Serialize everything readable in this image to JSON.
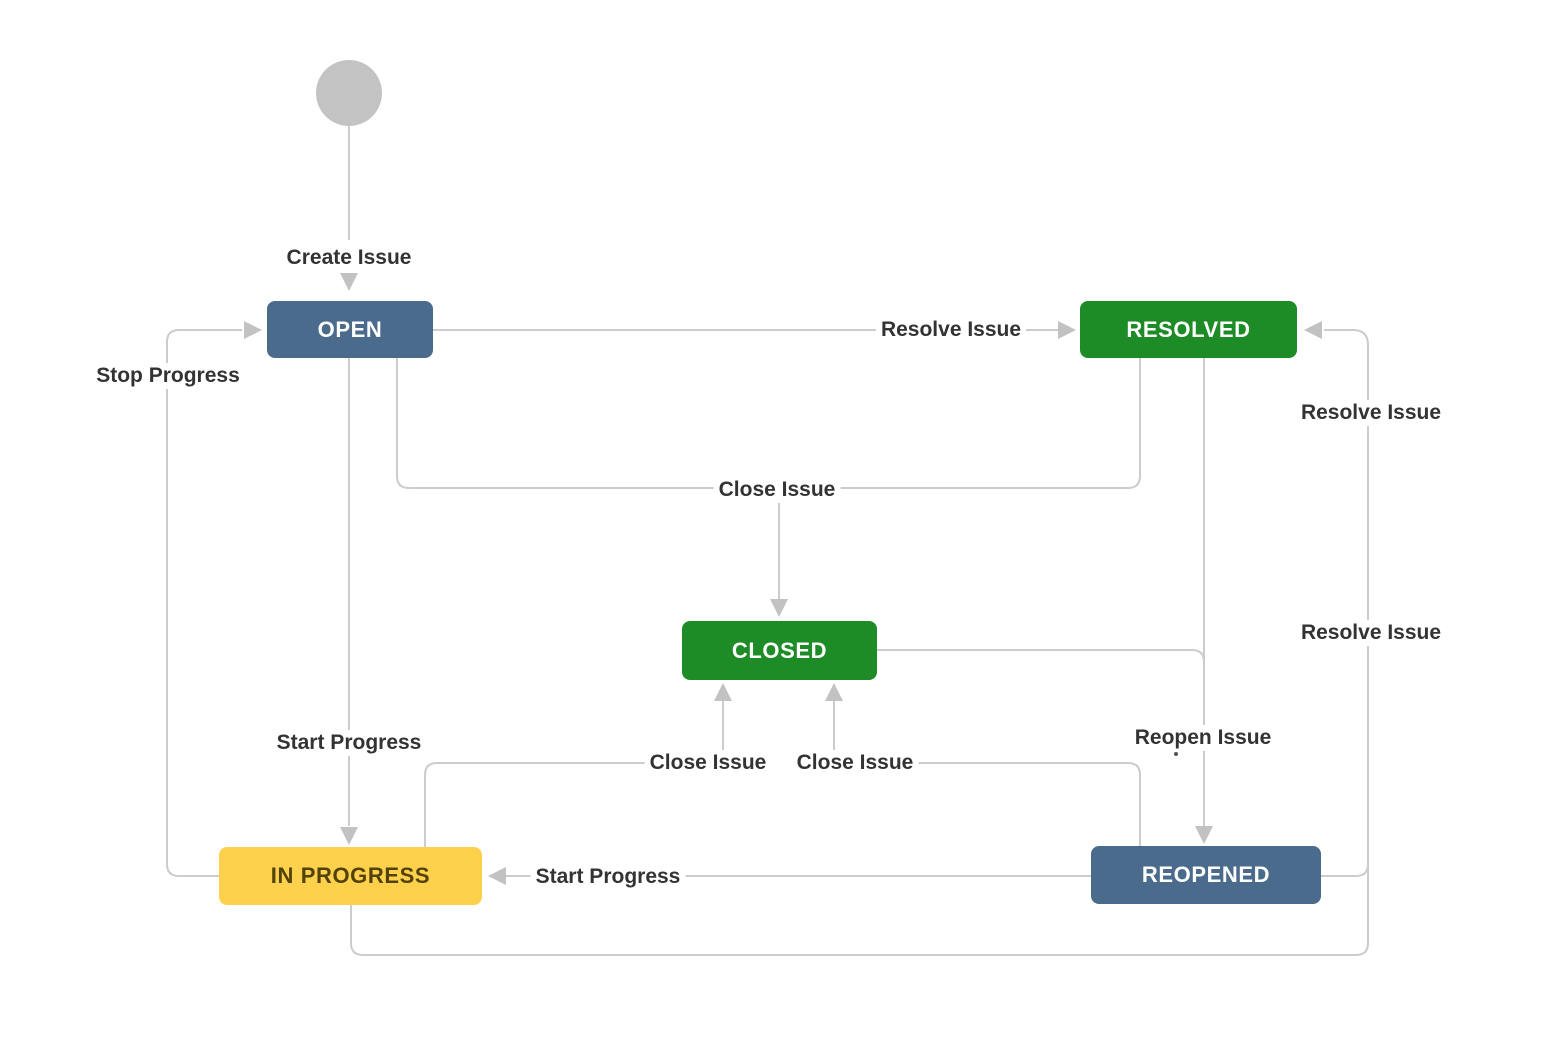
{
  "diagram": {
    "kind": "jira-issue-workflow",
    "colors": {
      "edge_line": "#cccccc",
      "arrowhead": "#c2c2c2",
      "label_text": "#333333",
      "start_node": "#c3c3c3",
      "status_blue": "#4a6b8c",
      "status_green": "#1d8b26",
      "status_yellow": "#fdd14c",
      "status_yellow_text": "#534208",
      "status_light_text": "#ffffff"
    },
    "start_node": {
      "name": "start"
    },
    "states": [
      {
        "id": "open",
        "label": "OPEN",
        "bg": "#4a6b8c",
        "fg": "#ffffff"
      },
      {
        "id": "resolved",
        "label": "RESOLVED",
        "bg": "#1d8b26",
        "fg": "#ffffff"
      },
      {
        "id": "closed",
        "label": "CLOSED",
        "bg": "#1d8b26",
        "fg": "#ffffff"
      },
      {
        "id": "in_progress",
        "label": "IN PROGRESS",
        "bg": "#fdd14c",
        "fg": "#534208"
      },
      {
        "id": "reopened",
        "label": "REOPENED",
        "bg": "#4a6b8c",
        "fg": "#ffffff"
      }
    ],
    "transitions": [
      {
        "label": "Create Issue",
        "from": "start",
        "to": "open"
      },
      {
        "label": "Resolve Issue",
        "from": "open",
        "to": "resolved"
      },
      {
        "label": "Close Issue",
        "from": "open, resolved",
        "to": "closed"
      },
      {
        "label": "Start Progress",
        "from": "open",
        "to": "in_progress"
      },
      {
        "label": "Stop Progress",
        "from": "in_progress",
        "to": "open"
      },
      {
        "label": "Close Issue",
        "from": "in_progress",
        "to": "closed"
      },
      {
        "label": "Close Issue",
        "from": "reopened",
        "to": "closed"
      },
      {
        "label": "Reopen Issue",
        "from": "resolved, closed",
        "to": "reopened"
      },
      {
        "label": "Start Progress",
        "from": "reopened",
        "to": "in_progress"
      },
      {
        "label": "Resolve Issue",
        "from": "reopened",
        "to": "resolved"
      },
      {
        "label": "Resolve Issue",
        "from": "in_progress",
        "to": "resolved"
      }
    ]
  }
}
